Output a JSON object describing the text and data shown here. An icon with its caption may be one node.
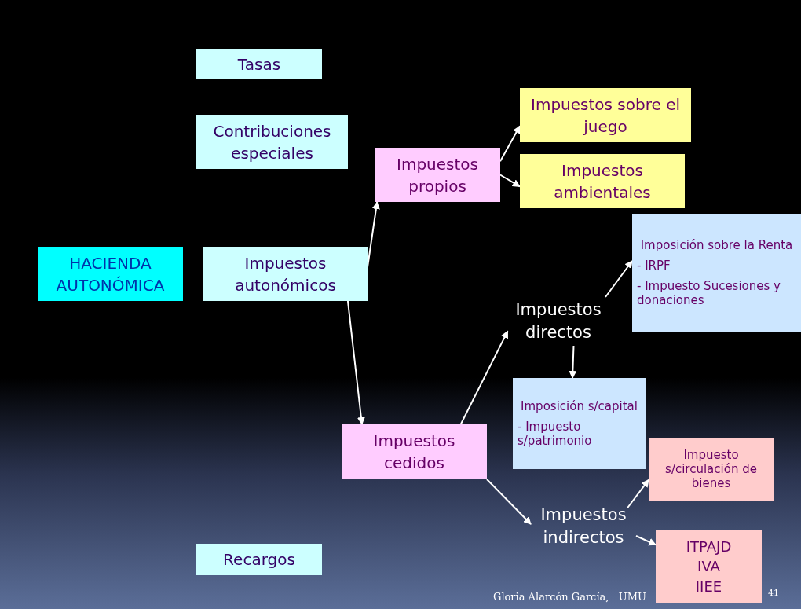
{
  "diagram": {
    "nodes": [
      {
        "text": [
          "Tasas"
        ]
      },
      {
        "text": [
          "Contribuciones especiales"
        ]
      },
      {
        "text": [
          "HACIENDA AUTONÓMICA"
        ]
      },
      {
        "text": [
          "Impuestos autonómicos"
        ]
      },
      {
        "text": [
          "Impuestos propios"
        ]
      },
      {
        "text": [
          "Impuestos sobre el juego"
        ]
      },
      {
        "text": [
          "Impuestos ambientales"
        ]
      },
      {
        "text": [
          "Imposición sobre la Renta",
          "- IRPF",
          "- Impuesto Sucesiones y donaciones"
        ]
      },
      {
        "text": [
          "Impuestos directos"
        ]
      },
      {
        "text": [
          "Imposición s/capital",
          "- Impuesto s/patrimonio"
        ]
      },
      {
        "text": [
          "Impuestos cedidos"
        ]
      },
      {
        "text": [
          "Impuesto s/circulación de bienes"
        ]
      },
      {
        "text": [
          "Impuestos indirectos"
        ]
      },
      {
        "text": [
          "ITPAJD",
          "IVA",
          "IIEE"
        ]
      },
      {
        "text": [
          "Recargos"
        ]
      }
    ],
    "edges": [
      {
        "from": 3,
        "to": 4,
        "arrow": "to"
      },
      {
        "from": 4,
        "to": 5,
        "arrow": "to"
      },
      {
        "from": 4,
        "to": 6,
        "arrow": "to"
      },
      {
        "from": 3,
        "to": 10,
        "arrow": "to"
      },
      {
        "from": 10,
        "to": 8,
        "arrow": "to"
      },
      {
        "from": 8,
        "to": 7,
        "arrow": "to"
      },
      {
        "from": 8,
        "to": 9,
        "arrow": "to"
      },
      {
        "from": 10,
        "to": 12,
        "arrow": "to"
      },
      {
        "from": 12,
        "to": 11,
        "arrow": "to"
      },
      {
        "from": 12,
        "to": 13,
        "arrow": "to"
      }
    ],
    "labels": [
      "Gloria Alarcón García,   UMU",
      "41"
    ]
  }
}
